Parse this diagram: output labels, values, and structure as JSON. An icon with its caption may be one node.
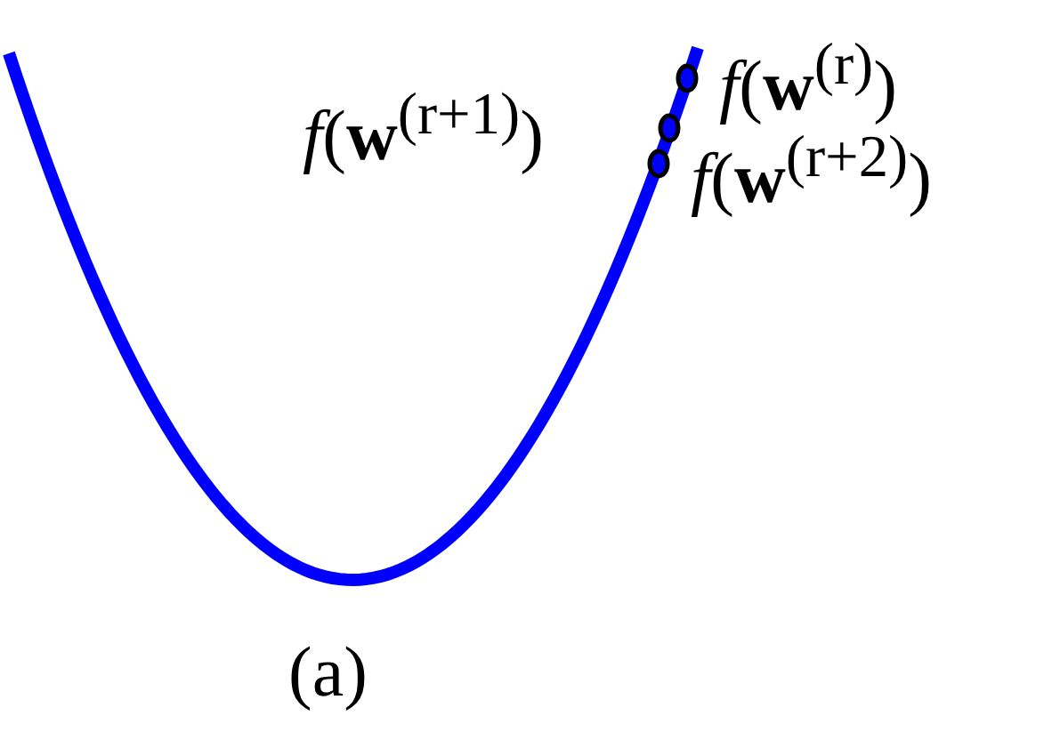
{
  "diagram": {
    "caption": "(a)",
    "labels": [
      "*f*(**w**$^{(r)}$)",
      "*f*(**w**$^{(r+1)}$)",
      "*f*(**w**$^{(r+2)}$)"
    ]
  }
}
